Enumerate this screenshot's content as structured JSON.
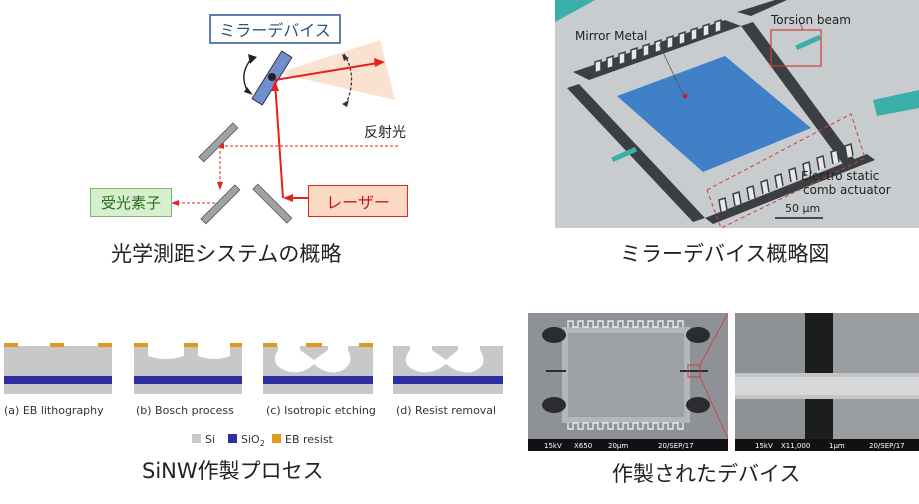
{
  "optical": {
    "caption": "光学測距システムの概略",
    "mirror_label": "ミラーデバイス",
    "reflected_label": "反射光",
    "receiver_label": "受光素子",
    "laser_label": "レーザー",
    "colors": {
      "laser": "#e3241b",
      "receiver_bg": "#d7efce",
      "laser_bg": "#fbd9c4",
      "mirror": "#6f8fcf",
      "fan": "#fbe1cf"
    }
  },
  "mirror_device": {
    "caption": "ミラーデバイス概略図",
    "mirror_metal_label": "Mirror Metal",
    "torsion_label": "Torsion beam",
    "comb_label_1": "Electro static",
    "comb_label_2": "comb actuator",
    "scale_label": "50 μm",
    "colors": {
      "mirror": "#3f80c6",
      "substrate": "#c9ccce",
      "frame": "#3b3f44",
      "teal": "#3ab0a8"
    }
  },
  "process": {
    "caption": "SiNW作製プロセス",
    "steps": [
      "(a) EB lithography",
      "(b) Bosch process",
      "(c) Isotropic etching",
      "(d) Resist removal"
    ],
    "legend": {
      "si": "Si",
      "sio2_base": "SiO",
      "sio2_sub": "2",
      "resist": "EB resist"
    },
    "colors": {
      "si": "#c8c8c8",
      "sio2": "#2e2ea0",
      "resist": "#e09a1a"
    }
  },
  "fabricated": {
    "caption": "作製されたデバイス",
    "sem1": {
      "kv": "15kV",
      "mag": "X650",
      "scale": "20μm",
      "date": "20/SEP/17"
    },
    "sem2": {
      "kv": "15kV",
      "mag": "X11,000",
      "scale": "1μm",
      "date": "20/SEP/17"
    }
  }
}
